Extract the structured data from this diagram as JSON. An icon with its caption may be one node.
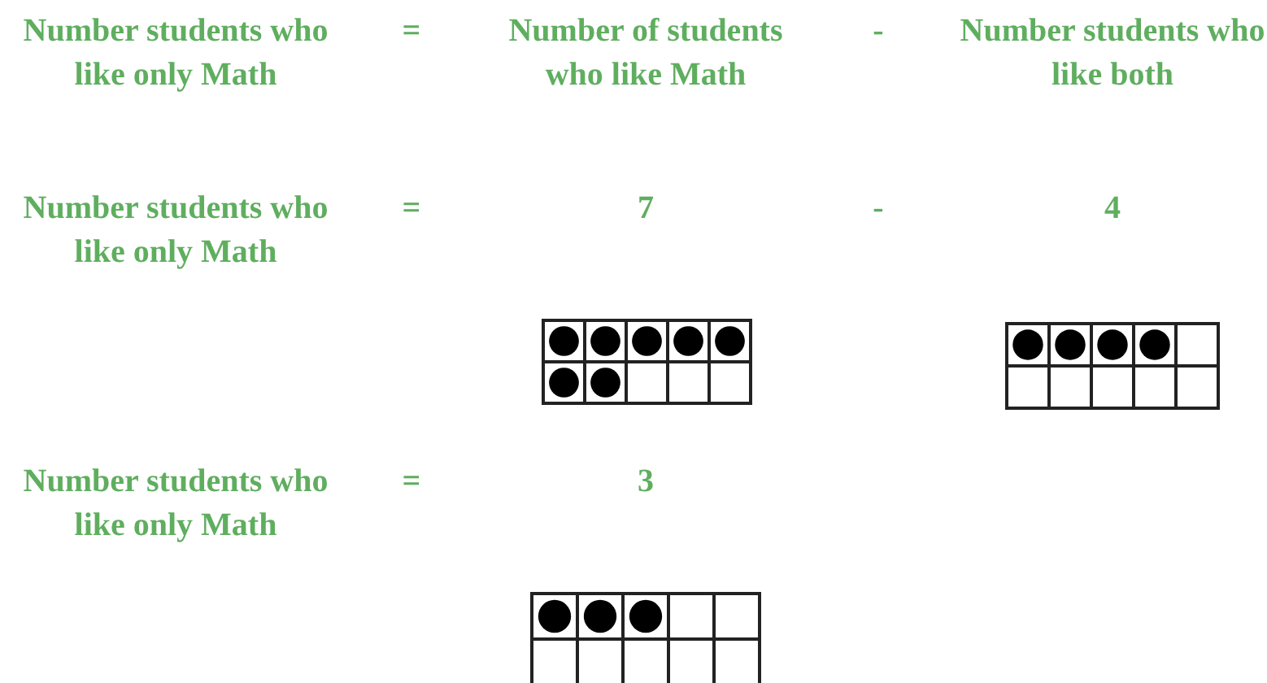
{
  "diagram": {
    "labels": [
      "Number students who like only Math",
      "=",
      "Number of students who like Math",
      "-",
      "Number students who like both",
      "Number students who like only Math",
      "=",
      "7",
      "-",
      "4",
      "Number students who like only Math",
      "=",
      "3"
    ]
  }
}
